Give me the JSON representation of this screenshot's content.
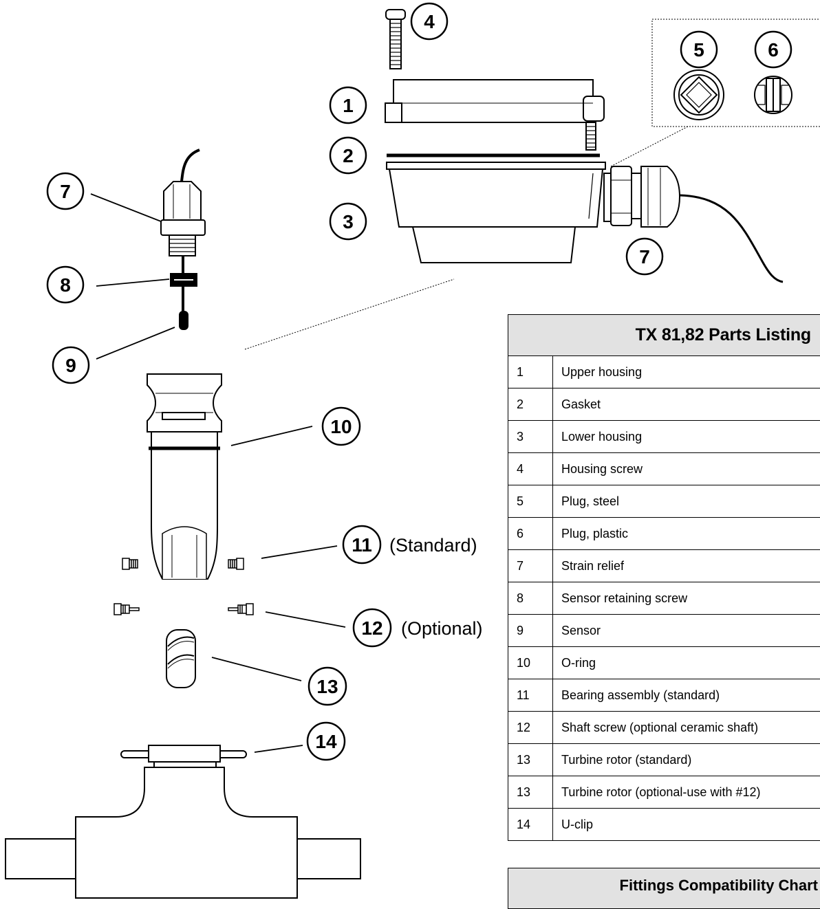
{
  "callouts": {
    "c1": "1",
    "c2": "2",
    "c3": "3",
    "c4": "4",
    "c5": "5",
    "c6": "6",
    "c7a": "7",
    "c7b": "7",
    "c8": "8",
    "c9": "9",
    "c10": "10",
    "c11": "11",
    "c12": "12",
    "c13": "13",
    "c14": "14"
  },
  "tags": {
    "standard": "(Standard)",
    "optional": "(Optional)"
  },
  "parts_table": {
    "title": "TX 81,82 Parts Listing",
    "rows": [
      {
        "num": "1",
        "desc": "Upper housing"
      },
      {
        "num": "2",
        "desc": "Gasket"
      },
      {
        "num": "3",
        "desc": "Lower housing"
      },
      {
        "num": "4",
        "desc": "Housing screw"
      },
      {
        "num": "5",
        "desc": "Plug, steel"
      },
      {
        "num": "6",
        "desc": "Plug, plastic"
      },
      {
        "num": "7",
        "desc": "Strain relief"
      },
      {
        "num": "8",
        "desc": "Sensor retaining screw"
      },
      {
        "num": "9",
        "desc": "Sensor"
      },
      {
        "num": "10",
        "desc": "O-ring"
      },
      {
        "num": "11",
        "desc": "Bearing assembly (standard)"
      },
      {
        "num": "12",
        "desc": "Shaft screw (optional ceramic shaft)"
      },
      {
        "num": "13",
        "desc": "Turbine rotor (standard)"
      },
      {
        "num": "13",
        "desc": "Turbine rotor (optional-use with #12)"
      },
      {
        "num": "14",
        "desc": "U-clip"
      }
    ]
  },
  "fittings_chart": {
    "title": "Fittings Compatibility Chart"
  }
}
